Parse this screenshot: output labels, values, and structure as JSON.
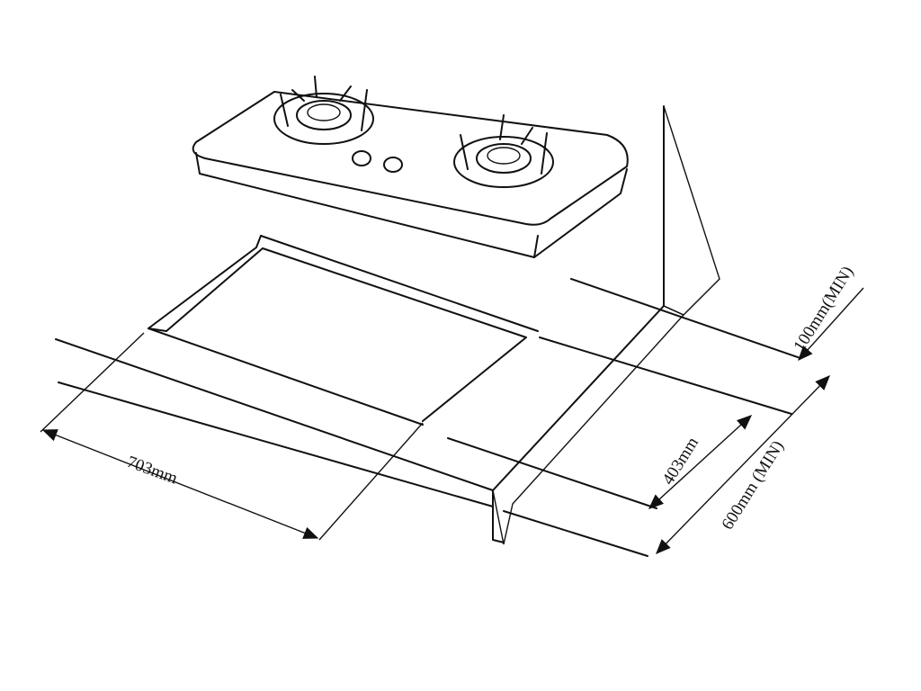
{
  "diagram": {
    "labels": {
      "width": "703mm",
      "depth": "403mm",
      "counter_depth": "600mm (MIN)",
      "wall_clearance": "100mm(MIN)"
    }
  }
}
